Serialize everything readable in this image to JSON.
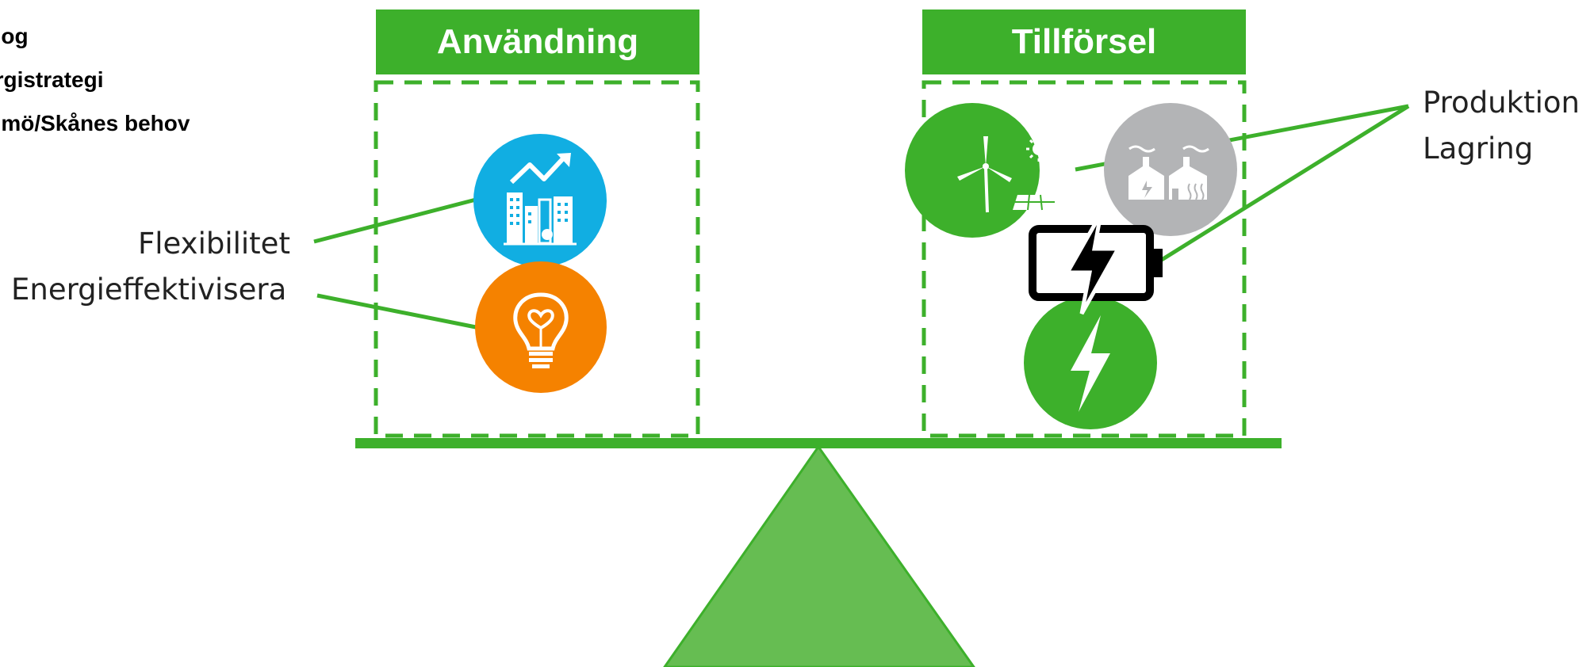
{
  "bullets": [
    "alog",
    "ergistrategi",
    "almö/Skånes behov"
  ],
  "left_panel": {
    "title": "Användning"
  },
  "right_panel": {
    "title": "Tillförsel"
  },
  "labels": {
    "flexibility": "Flexibilitet",
    "efficiency": "Energieffektivisera",
    "production": "Produktion",
    "storage": "Lagring"
  },
  "colors": {
    "green": "#3db02b",
    "light_green": "#66bd52",
    "blue": "#11aee2",
    "orange": "#f58200",
    "gray": "#b3b4b6",
    "black": "#000000"
  },
  "icons": [
    "city-growth-icon",
    "lightbulb-heart-icon",
    "wind-solar-icon",
    "factory-icon",
    "battery-charging-icon",
    "lightning-icon"
  ]
}
